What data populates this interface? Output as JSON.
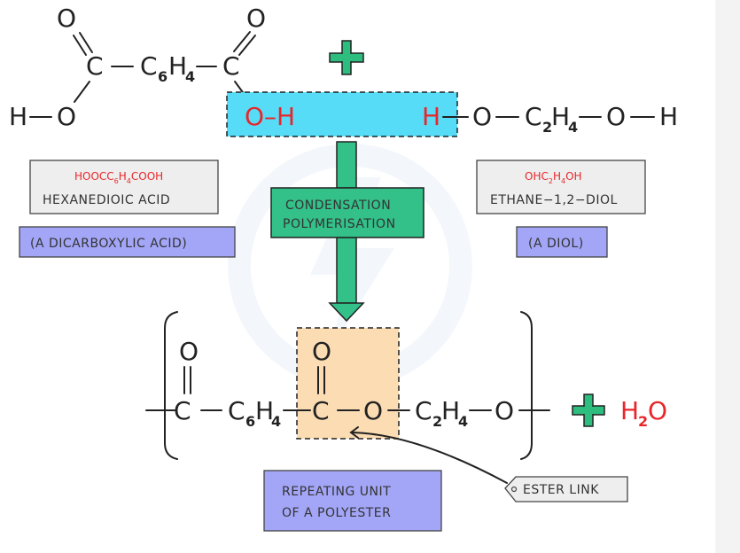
{
  "top": {
    "o": "O",
    "c": "C",
    "h": "H",
    "h_": "H",
    "sub6": "6",
    "sub4": "4",
    "sub2": "2",
    "oh_red": "O–H",
    "h_red": "H"
  },
  "labels": {
    "acid_formula_a": "HOOCC",
    "acid_formula_sub6": "6",
    "acid_formula_h": "H",
    "acid_formula_sub4": "4",
    "acid_formula_b": "COOH",
    "acid_name": "HEXANEDIOIC  ACID",
    "acid_class": "(A DICARBOXYLIC ACID)",
    "diol_formula_a": "OHC",
    "diol_formula_sub2": "2",
    "diol_formula_h": "H",
    "diol_formula_sub4": "4",
    "diol_formula_b": "OH",
    "diol_name": "ETHANE−1,2−DIOL",
    "diol_class": "(A DIOL)",
    "process_line1": "CONDENSATION",
    "process_line2": "POLYMERISATION",
    "repeat_line1": "REPEATING  UNIT",
    "repeat_line2": "OF  A  POLYESTER",
    "ester_link": "ESTER  LINK"
  },
  "product": {
    "water_h": "H",
    "water_sub": "2",
    "water_o": "O"
  },
  "colors": {
    "highlight_blue": "#57dcf7",
    "arrow_green": "#33c089",
    "plus_green": "#2dbd7e",
    "label_gray": "#eeeeee",
    "label_purple": "#a3a6f7",
    "repeat_orange": "#fbdcb3",
    "accent_red": "#e8262a"
  }
}
